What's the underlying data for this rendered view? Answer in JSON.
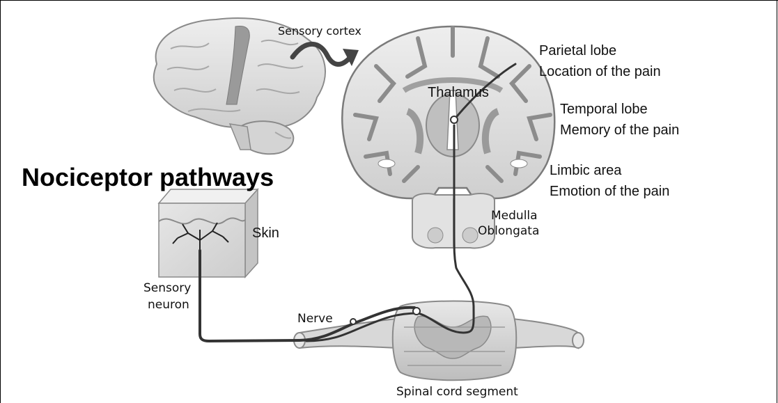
{
  "title": "Nociceptor pathways",
  "labels": {
    "sensory_cortex": "Sensory cortex",
    "thalamus": "Thalamus",
    "parietal_lobe": "Parietal lobe",
    "parietal_desc": "Location of the pain",
    "temporal_lobe": "Temporal lobe",
    "temporal_desc": "Memory of the pain",
    "limbic_area": "Limbic area",
    "limbic_desc": "Emotion of the pain",
    "medulla_1": "Medulla",
    "medulla_2": "Oblongata",
    "skin": "Skin",
    "sensory_neuron_1": "Sensory",
    "sensory_neuron_2": "neuron",
    "nerve": "Nerve",
    "spinal_cord_segment": "Spinal cord segment"
  },
  "colors": {
    "tissue_light": "#e4e4e4",
    "tissue_mid": "#cfcfcf",
    "tissue_dark": "#8c8c8c",
    "outline": "#6a6a6a",
    "pathway": "#333333"
  }
}
